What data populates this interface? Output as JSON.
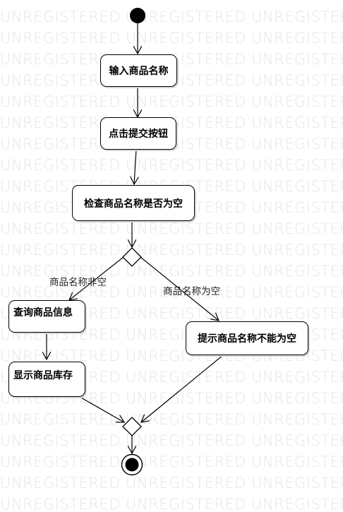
{
  "watermark": {
    "text": "UNREGISTERED UNREGISTERED UNREGISTERED UNREG"
  },
  "nodes": {
    "input_name": "输入商品名称",
    "click_submit": "点击提交按钮",
    "check_empty": "检查商品名称是否为空",
    "query_info": "查询商品信息",
    "show_stock": "显示商品库存",
    "prompt_empty": "提示商品名称不能为空"
  },
  "guards": {
    "not_empty": "商品名称非空",
    "is_empty": "商品名称为空"
  }
}
